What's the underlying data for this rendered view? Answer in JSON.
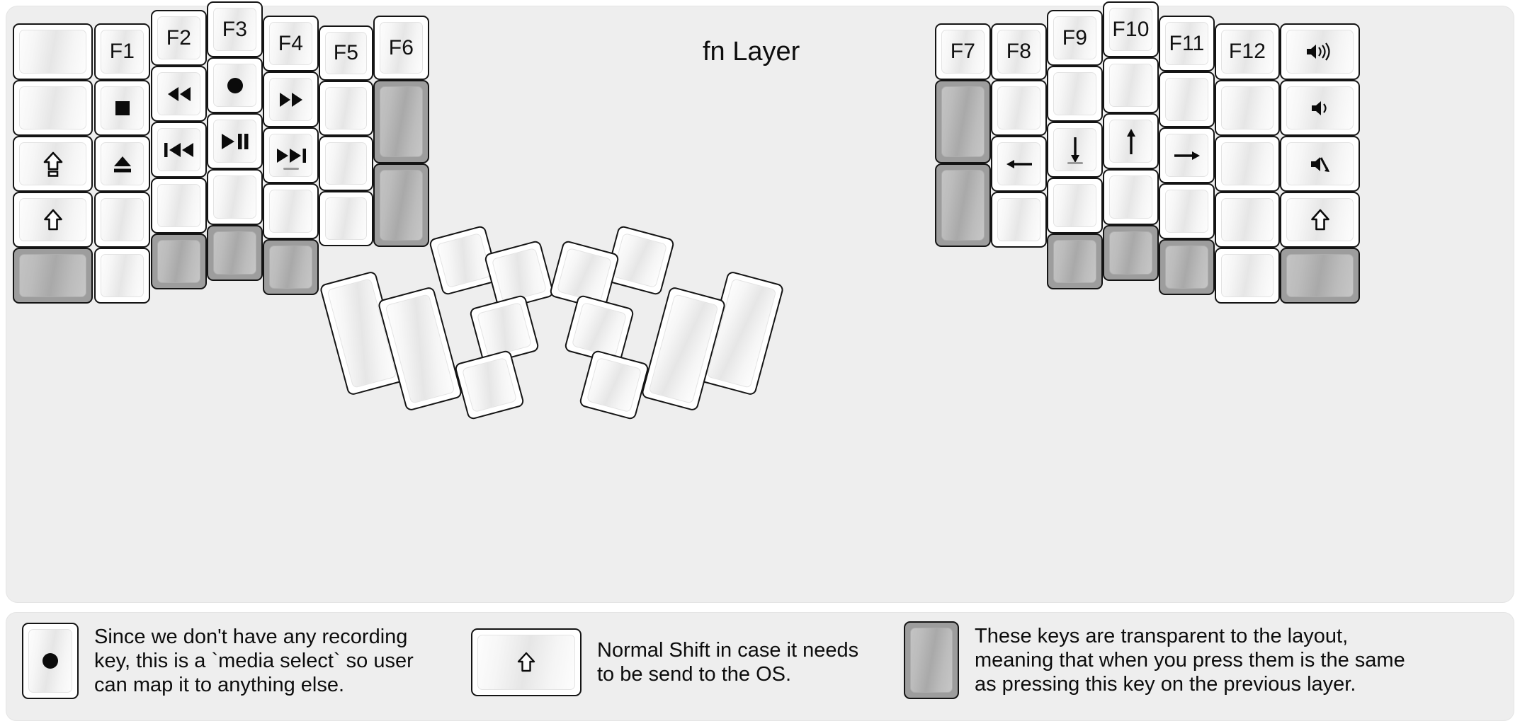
{
  "title": "fn Layer",
  "theme": {
    "page_bg": "#ffffff",
    "board_bg": "#eeeeee",
    "key_face": "#ffffff",
    "key_outline": "#141414",
    "transparent_key": "#9d9d9d",
    "text": "#0d0d0d"
  },
  "legend": [
    {
      "key_icon": "record-circle-icon",
      "key_style": "normal",
      "text": "Since we don't have any recording\nkey, this is a `media select` so user\ncan map it to anything else."
    },
    {
      "key_icon": "shift-arrow-icon",
      "key_style": "normal",
      "text": "Normal Shift in case it needs\nto be send to the OS."
    },
    {
      "key_icon": "blank-icon",
      "key_style": "transparent",
      "text": "These keys are transparent to the layout,\nmeaning that when you press them is the same\nas pressing this key on the previous layer."
    }
  ],
  "left_half": {
    "name": "left-keyboard-half",
    "keys": [
      {
        "id": "l-c1-r1",
        "label": "",
        "icon": "blank-icon",
        "style": "normal"
      },
      {
        "id": "l-c1-r2",
        "label": "",
        "icon": "blank-icon",
        "style": "normal"
      },
      {
        "id": "l-c1-r3",
        "label": "",
        "icon": "caps-lock-arrow-icon",
        "style": "normal"
      },
      {
        "id": "l-c1-r4",
        "label": "",
        "icon": "shift-arrow-icon",
        "style": "normal"
      },
      {
        "id": "l-c1-r5",
        "label": "",
        "icon": "blank-icon",
        "style": "transparent"
      },
      {
        "id": "l-c2-r1",
        "label": "F1",
        "icon": "",
        "style": "normal"
      },
      {
        "id": "l-c2-r2",
        "label": "",
        "icon": "media-stop-icon",
        "style": "normal"
      },
      {
        "id": "l-c2-r3",
        "label": "",
        "icon": "media-eject-icon",
        "style": "normal"
      },
      {
        "id": "l-c2-r4",
        "label": "",
        "icon": "blank-icon",
        "style": "normal"
      },
      {
        "id": "l-c2-r5",
        "label": "",
        "icon": "blank-icon",
        "style": "normal"
      },
      {
        "id": "l-c3-r1",
        "label": "F2",
        "icon": "",
        "style": "normal"
      },
      {
        "id": "l-c3-r2",
        "label": "",
        "icon": "media-rewind-icon",
        "style": "normal"
      },
      {
        "id": "l-c3-r3",
        "label": "",
        "icon": "media-previous-icon",
        "style": "normal"
      },
      {
        "id": "l-c3-r4",
        "label": "",
        "icon": "blank-icon",
        "style": "normal"
      },
      {
        "id": "l-c3-r5",
        "label": "",
        "icon": "blank-icon",
        "style": "transparent"
      },
      {
        "id": "l-c4-r1",
        "label": "F3",
        "icon": "",
        "style": "normal"
      },
      {
        "id": "l-c4-r2",
        "label": "",
        "icon": "media-record-icon",
        "style": "normal"
      },
      {
        "id": "l-c4-r3",
        "label": "",
        "icon": "media-play-pause-icon",
        "style": "normal"
      },
      {
        "id": "l-c4-r4",
        "label": "",
        "icon": "blank-icon",
        "style": "normal"
      },
      {
        "id": "l-c4-r5",
        "label": "",
        "icon": "blank-icon",
        "style": "transparent"
      },
      {
        "id": "l-c5-r1",
        "label": "F4",
        "icon": "",
        "style": "normal"
      },
      {
        "id": "l-c5-r2",
        "label": "",
        "icon": "media-fast-forward-icon",
        "style": "normal"
      },
      {
        "id": "l-c5-r3",
        "label": "",
        "icon": "media-next-icon",
        "style": "normal"
      },
      {
        "id": "l-c5-r4",
        "label": "",
        "icon": "blank-icon",
        "style": "normal"
      },
      {
        "id": "l-c5-r5",
        "label": "",
        "icon": "blank-icon",
        "style": "transparent"
      },
      {
        "id": "l-c6-r1",
        "label": "F5",
        "icon": "",
        "style": "normal"
      },
      {
        "id": "l-c6-r2",
        "label": "",
        "icon": "blank-icon",
        "style": "normal"
      },
      {
        "id": "l-c6-r3",
        "label": "",
        "icon": "blank-icon",
        "style": "normal"
      },
      {
        "id": "l-c6-r4",
        "label": "",
        "icon": "blank-icon",
        "style": "normal"
      },
      {
        "id": "l-c7-r1",
        "label": "F6",
        "icon": "",
        "style": "normal"
      },
      {
        "id": "l-c7-r2",
        "label": "",
        "icon": "blank-icon",
        "style": "transparent"
      },
      {
        "id": "l-c7-r3",
        "label": "",
        "icon": "blank-icon",
        "style": "transparent"
      }
    ],
    "thumb_keys": [
      {
        "id": "l-t1",
        "label": "",
        "icon": "blank-icon",
        "style": "normal"
      },
      {
        "id": "l-t2",
        "label": "",
        "icon": "blank-icon",
        "style": "normal"
      },
      {
        "id": "l-t3",
        "label": "",
        "icon": "blank-icon",
        "style": "normal"
      },
      {
        "id": "l-t4",
        "label": "",
        "icon": "blank-icon",
        "style": "normal"
      },
      {
        "id": "l-t5",
        "label": "",
        "icon": "blank-icon",
        "style": "normal"
      },
      {
        "id": "l-t6",
        "label": "",
        "icon": "blank-icon",
        "style": "normal"
      }
    ]
  },
  "right_half": {
    "name": "right-keyboard-half",
    "keys": [
      {
        "id": "r-c1-r1",
        "label": "F7",
        "icon": "",
        "style": "normal"
      },
      {
        "id": "r-c1-r2",
        "label": "",
        "icon": "blank-icon",
        "style": "transparent"
      },
      {
        "id": "r-c1-r3",
        "label": "",
        "icon": "blank-icon",
        "style": "transparent"
      },
      {
        "id": "r-c2-r1",
        "label": "F8",
        "icon": "",
        "style": "normal"
      },
      {
        "id": "r-c2-r2",
        "label": "",
        "icon": "blank-icon",
        "style": "normal"
      },
      {
        "id": "r-c2-r3",
        "label": "",
        "icon": "arrow-left-icon",
        "style": "normal"
      },
      {
        "id": "r-c2-r4",
        "label": "",
        "icon": "blank-icon",
        "style": "normal"
      },
      {
        "id": "r-c3-r1",
        "label": "F9",
        "icon": "",
        "style": "normal"
      },
      {
        "id": "r-c3-r2",
        "label": "",
        "icon": "blank-icon",
        "style": "normal"
      },
      {
        "id": "r-c3-r3",
        "label": "",
        "icon": "arrow-down-icon",
        "style": "normal"
      },
      {
        "id": "r-c3-r4",
        "label": "",
        "icon": "blank-icon",
        "style": "normal"
      },
      {
        "id": "r-c3-r5",
        "label": "",
        "icon": "blank-icon",
        "style": "transparent"
      },
      {
        "id": "r-c4-r1",
        "label": "F10",
        "icon": "",
        "style": "normal"
      },
      {
        "id": "r-c4-r2",
        "label": "",
        "icon": "blank-icon",
        "style": "normal"
      },
      {
        "id": "r-c4-r3",
        "label": "",
        "icon": "arrow-up-icon",
        "style": "normal"
      },
      {
        "id": "r-c4-r4",
        "label": "",
        "icon": "blank-icon",
        "style": "normal"
      },
      {
        "id": "r-c4-r5",
        "label": "",
        "icon": "blank-icon",
        "style": "transparent"
      },
      {
        "id": "r-c5-r1",
        "label": "F11",
        "icon": "",
        "style": "normal"
      },
      {
        "id": "r-c5-r2",
        "label": "",
        "icon": "blank-icon",
        "style": "normal"
      },
      {
        "id": "r-c5-r3",
        "label": "",
        "icon": "arrow-right-icon",
        "style": "normal"
      },
      {
        "id": "r-c5-r4",
        "label": "",
        "icon": "blank-icon",
        "style": "normal"
      },
      {
        "id": "r-c5-r5",
        "label": "",
        "icon": "blank-icon",
        "style": "transparent"
      },
      {
        "id": "r-c6-r1",
        "label": "F12",
        "icon": "",
        "style": "normal"
      },
      {
        "id": "r-c6-r2",
        "label": "",
        "icon": "blank-icon",
        "style": "normal"
      },
      {
        "id": "r-c6-r3",
        "label": "",
        "icon": "blank-icon",
        "style": "normal"
      },
      {
        "id": "r-c6-r4",
        "label": "",
        "icon": "blank-icon",
        "style": "normal"
      },
      {
        "id": "r-c6-r5",
        "label": "",
        "icon": "blank-icon",
        "style": "normal"
      },
      {
        "id": "r-c7-r1",
        "label": "",
        "icon": "volume-up-icon",
        "style": "normal"
      },
      {
        "id": "r-c7-r2",
        "label": "",
        "icon": "volume-down-icon",
        "style": "normal"
      },
      {
        "id": "r-c7-r3",
        "label": "",
        "icon": "volume-mute-icon",
        "style": "normal"
      },
      {
        "id": "r-c7-r4",
        "label": "",
        "icon": "shift-arrow-icon",
        "style": "normal"
      },
      {
        "id": "r-c7-r5",
        "label": "",
        "icon": "blank-icon",
        "style": "transparent"
      }
    ],
    "thumb_keys": [
      {
        "id": "r-t1",
        "label": "",
        "icon": "blank-icon",
        "style": "normal"
      },
      {
        "id": "r-t2",
        "label": "",
        "icon": "blank-icon",
        "style": "normal"
      },
      {
        "id": "r-t3",
        "label": "",
        "icon": "blank-icon",
        "style": "normal"
      },
      {
        "id": "r-t4",
        "label": "",
        "icon": "blank-icon",
        "style": "normal"
      },
      {
        "id": "r-t5",
        "label": "",
        "icon": "blank-icon",
        "style": "normal"
      },
      {
        "id": "r-t6",
        "label": "",
        "icon": "blank-icon",
        "style": "normal"
      }
    ]
  }
}
